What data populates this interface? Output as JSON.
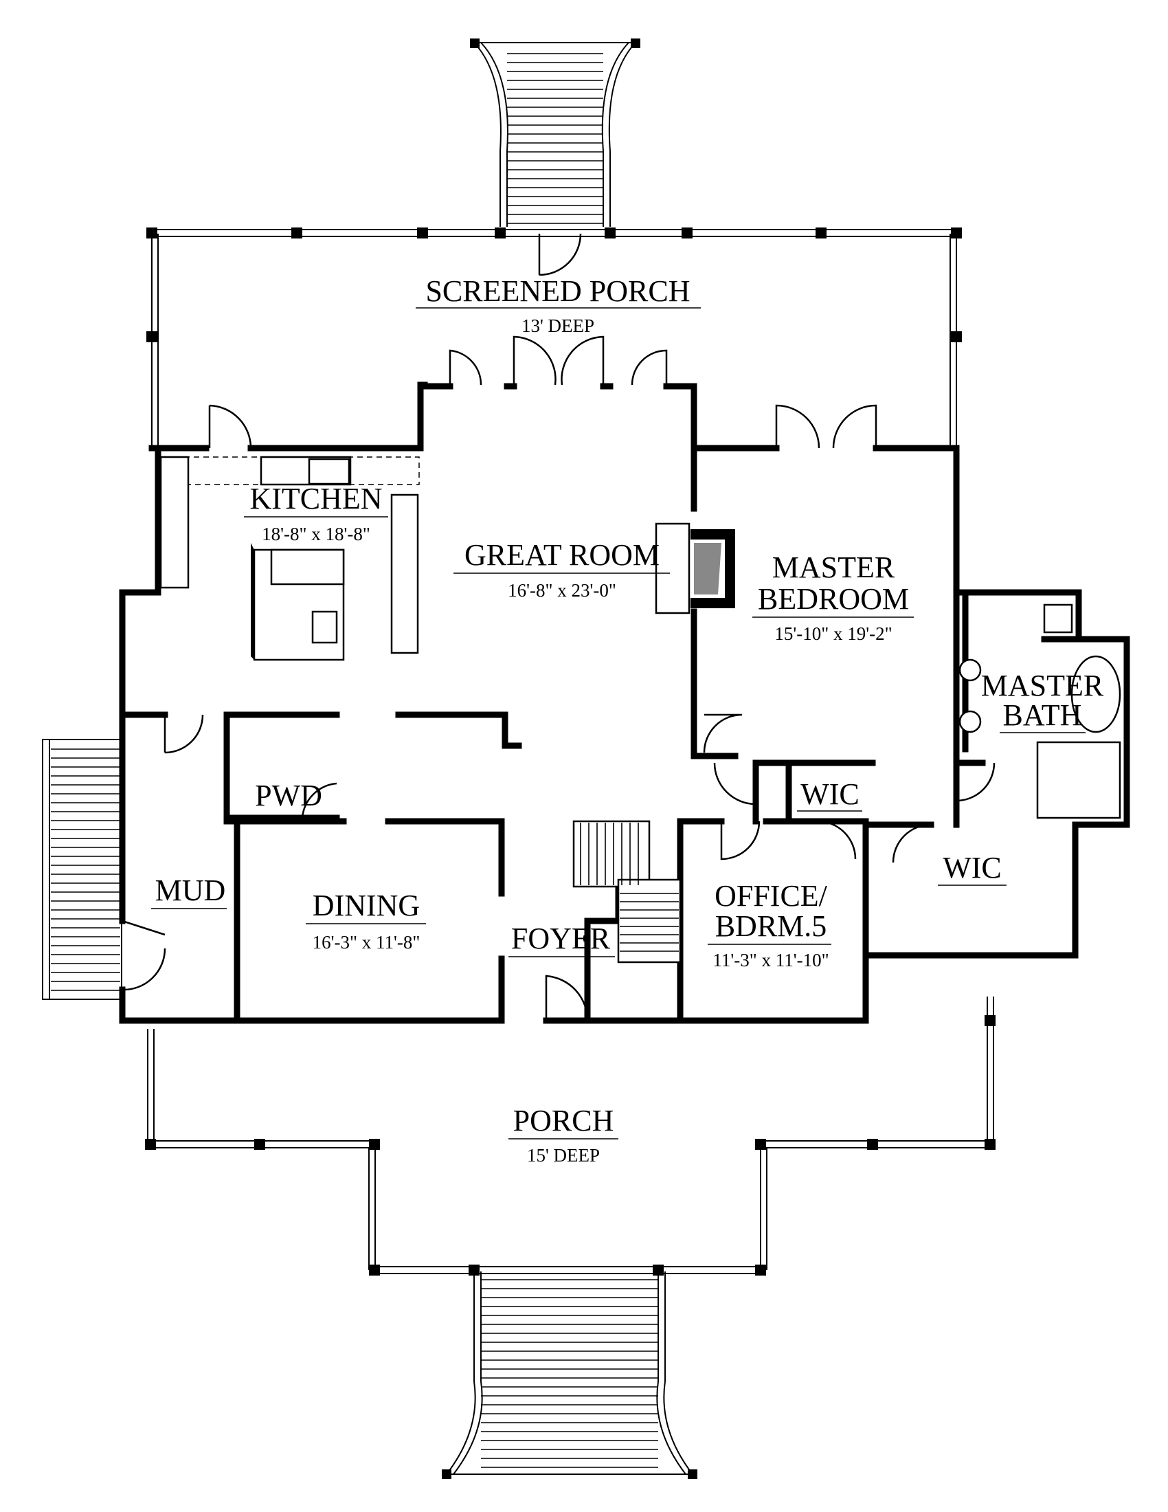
{
  "rooms": {
    "screened_porch": {
      "name": "SCREENED PORCH",
      "dim": "13' DEEP"
    },
    "kitchen": {
      "name": "KITCHEN",
      "dim": "18'-8\" x 18'-8\""
    },
    "great_room": {
      "name": "GREAT ROOM",
      "dim": "16'-8\" x 23'-0\""
    },
    "master_bedroom": {
      "name1": "MASTER",
      "name2": "BEDROOM",
      "dim": "15'-10\" x 19'-2\""
    },
    "master_bath": {
      "name1": "MASTER",
      "name2": "BATH"
    },
    "pwd": {
      "name": "PWD"
    },
    "wic_1": {
      "name": "WIC"
    },
    "wic_2": {
      "name": "WIC"
    },
    "mud": {
      "name": "MUD"
    },
    "dining": {
      "name": "DINING",
      "dim": "16'-3\" x 11'-8\""
    },
    "foyer": {
      "name": "FOYER"
    },
    "office": {
      "name1": "OFFICE/",
      "name2": "BDRM.5",
      "dim": "11'-3\" x 11'-10\""
    },
    "porch": {
      "name": "PORCH",
      "dim": "15' DEEP"
    }
  }
}
